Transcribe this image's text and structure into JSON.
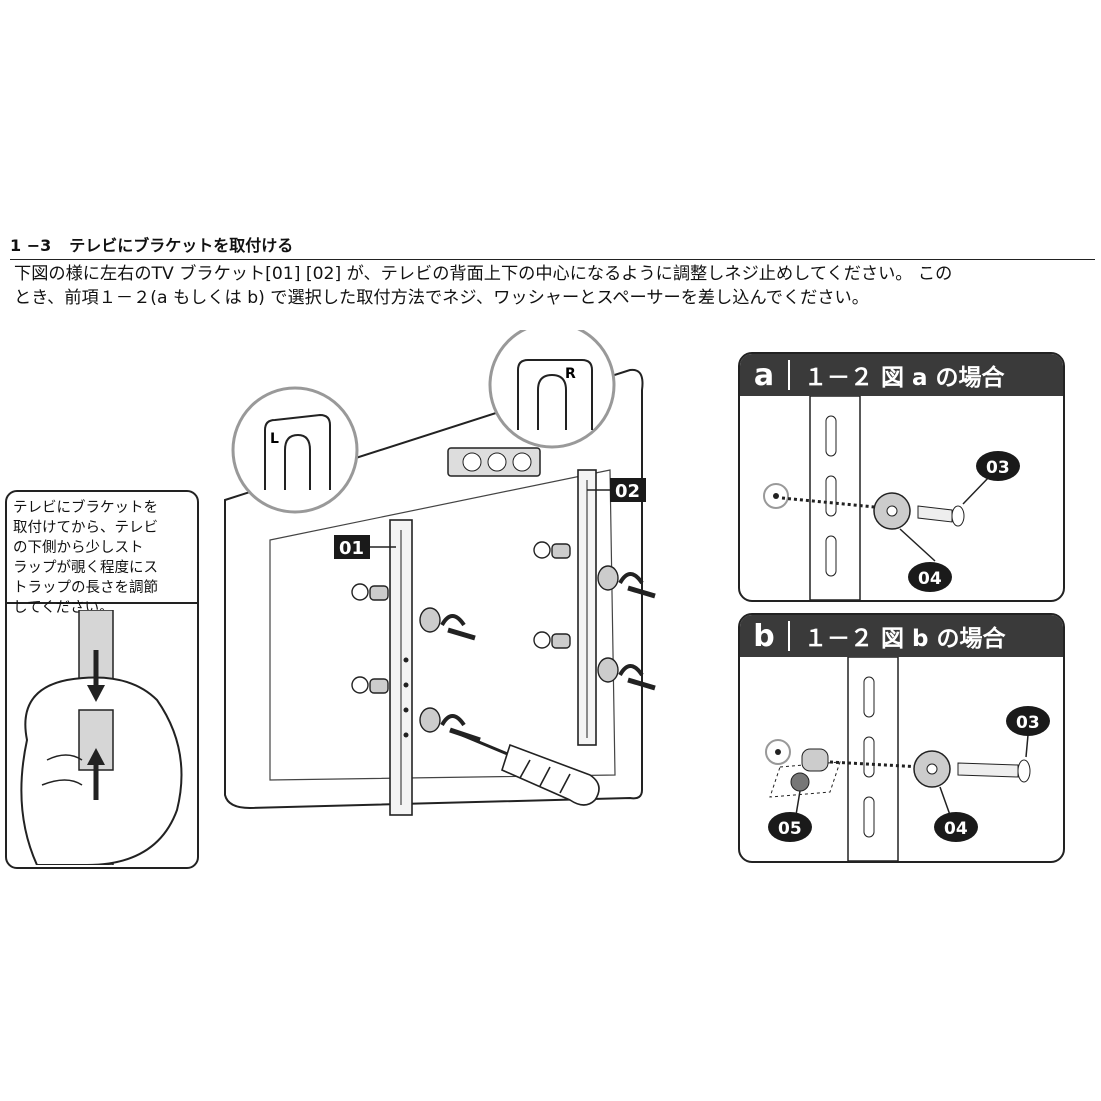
{
  "heading": {
    "number": "1 −3",
    "title": "テレビにブラケットを取付ける"
  },
  "intro": {
    "line1": "下図の様に左右のTV ブラケット[01] [02] が、テレビの背面上下の中心になるように調整しネジ止めしてください。 この",
    "line2": "とき、前項１－２(a もしくは b) で選択した取付方法でネジ、ワッシャーとスペーサーを差し込んでください。"
  },
  "note": {
    "lines": [
      "テレビにブラケットを",
      "取付けてから、テレビ",
      "の下側から少しスト",
      "ラップが覗く程度にス",
      "トラップの長さを調節",
      "してください。"
    ]
  },
  "main": {
    "label_01": "01",
    "label_02": "02",
    "mark_L": "L",
    "mark_R": "R"
  },
  "panel_a": {
    "letter": "a",
    "title": "１－２ 図 a の場合",
    "part_03": "03",
    "part_04": "04"
  },
  "panel_b": {
    "letter": "b",
    "title": "１－２ 図 b の場合",
    "part_03": "03",
    "part_04": "04",
    "part_05": "05"
  },
  "colors": {
    "panel_header": "#3a3a3a",
    "line": "#222222",
    "gray_fill": "#cfcfcf"
  }
}
